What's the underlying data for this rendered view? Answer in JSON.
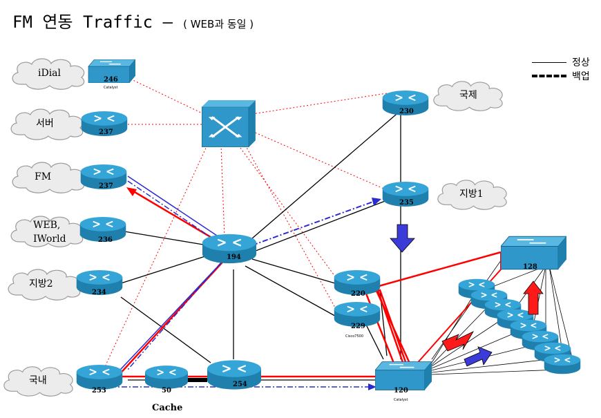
{
  "title": {
    "main": "FM 연동 Traffic –",
    "sub": "( WEB과 동일 )"
  },
  "legend": {
    "normal": "정상",
    "backup": "백업"
  },
  "clouds": {
    "idial": "iDial",
    "server": "서버",
    "fm": "FM",
    "web1": "WEB,",
    "web2": "IWorld",
    "region2": "지방2",
    "domestic": "국내",
    "intl": "국제",
    "region1": "지방1"
  },
  "devices": {
    "d246": "246",
    "d237a": "237",
    "d237b": "237",
    "d236": "236",
    "d234": "234",
    "d253": "253",
    "d50": "50",
    "d254": "254",
    "d194": "194",
    "d230": "230",
    "d235": "235",
    "d220": "220",
    "d229": "229",
    "d120": "120",
    "d128": "128"
  },
  "device_captions": {
    "catalyst": "Catalyst",
    "cisco": "Cisco7500",
    "cache_lbl": "Cache"
  },
  "colors": {
    "device": "#2f97c9",
    "normal": "#ff0000",
    "backup": "#2a2ad0",
    "link": "#000000",
    "dotted": "#ff0000"
  }
}
